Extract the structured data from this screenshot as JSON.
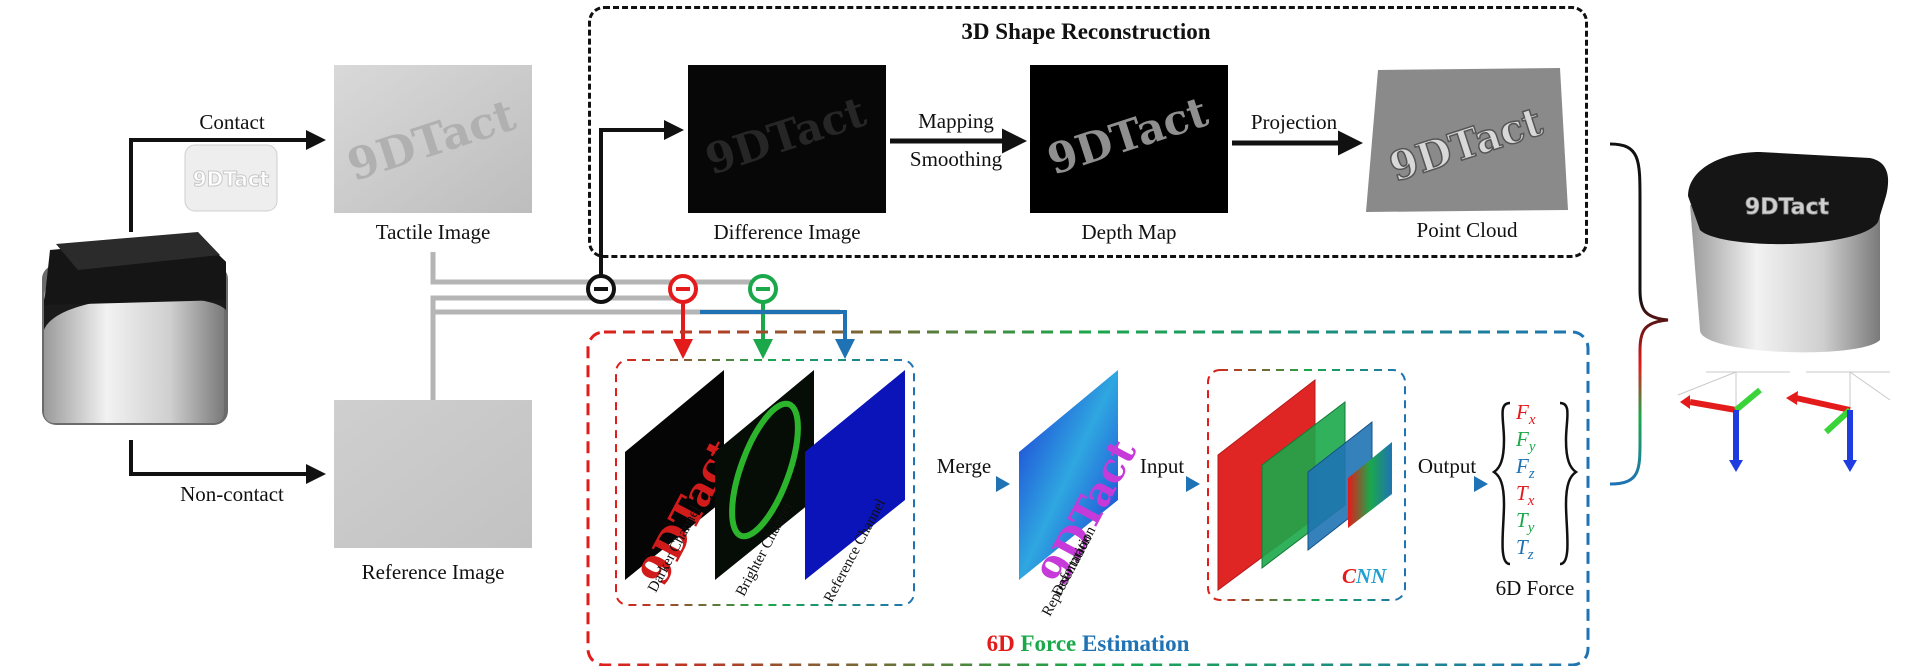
{
  "labels": {
    "contact": "Contact",
    "non_contact": "Non-contact",
    "tactile_image": "Tactile Image",
    "reference_image": "Reference Image",
    "shape_title": "3D Shape Reconstruction",
    "difference_image": "Difference Image",
    "mapping": "Mapping",
    "smoothing": "Smoothing",
    "depth_map": "Depth Map",
    "projection": "Projection",
    "point_cloud": "Point Cloud",
    "darker_channel": "Darker Channel",
    "brighter_channel": "Brighter Channel",
    "reference_channel": "Reference Channel",
    "merge": "Merge",
    "deformation_1": "Deformation",
    "deformation_2": "Representation",
    "input": "Input",
    "cnn_c": "C",
    "cnn_nn": "NN",
    "output": "Output",
    "six_d_force": "6D Force",
    "force_title_6d": "6D",
    "force_title_force": "Force",
    "force_title_estimation": "Estimation",
    "stamp_text": "9DTact"
  },
  "force_components": [
    {
      "sym": "F",
      "sub": "x"
    },
    {
      "sym": "F",
      "sub": "y"
    },
    {
      "sym": "F",
      "sub": "z"
    },
    {
      "sym": "T",
      "sub": "x"
    },
    {
      "sym": "T",
      "sub": "y"
    },
    {
      "sym": "T",
      "sub": "z"
    }
  ],
  "colors": {
    "red": "#e41b1b",
    "green": "#1ba84a",
    "blue": "#1f73b4",
    "black": "#111111",
    "gray_line": "#b5b5b5"
  },
  "icons": [
    "minus-circle-icon",
    "arrow-icon",
    "brace-icon",
    "axes-icon",
    "sensor-icon"
  ]
}
